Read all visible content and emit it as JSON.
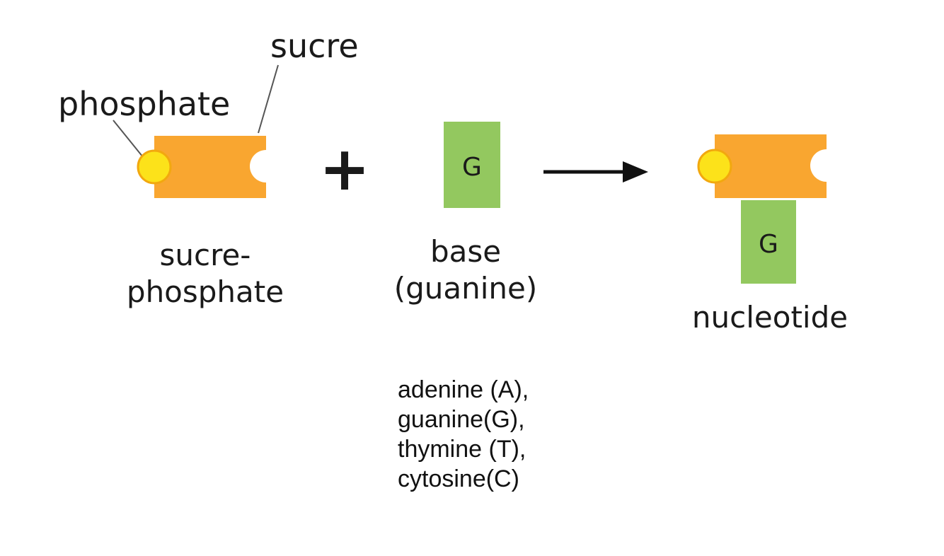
{
  "labels": {
    "sugar": "sucre",
    "phosphate": "phosphate",
    "sugar_phosphate_line1": "sucre-",
    "sugar_phosphate_line2": "phosphate",
    "base_line1": "base",
    "base_line2": "(guanine)",
    "nucleotide": "nucleotide",
    "plus": "+",
    "base_letter": "G"
  },
  "base_list": [
    "adenine (A),",
    "guanine(G),",
    "thymine (T),",
    "cytosine(C)"
  ],
  "colors": {
    "sugar": "#f9a630",
    "phosphate": "#fce21a",
    "phosphate_outline": "#f2a80f",
    "base": "#93c85f",
    "arrow": "#111111",
    "text": "#1a1a1a"
  }
}
